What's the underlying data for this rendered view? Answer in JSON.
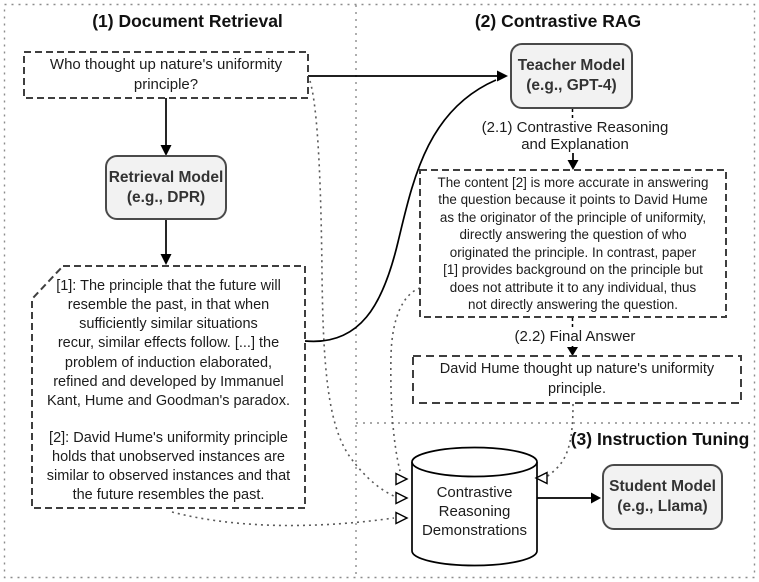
{
  "sections": {
    "s1": {
      "title": "(1) Document Retrieval"
    },
    "s2": {
      "title": "(2) Contrastive RAG"
    },
    "s3": {
      "title": "(3) Instruction Tuning"
    }
  },
  "nodes": {
    "question": {
      "text": "Who thought up nature's uniformity\nprinciple?"
    },
    "retrieval_model": {
      "name": "Retrieval Model",
      "example": "(e.g., DPR)"
    },
    "documents": {
      "passage_1": "[1]: The principle that the future will\nresemble the past, in that when\nsufficiently similar situations\nrecur, similar effects follow. [...] the\nproblem of induction elaborated,\nrefined and developed by Immanuel\nKant, Hume and Goodman's paradox.",
      "passage_2": "[2]: David Hume's uniformity principle\nholds that unobserved instances are\nsimilar to observed instances and that\nthe future resembles the past."
    },
    "teacher_model": {
      "name": "Teacher Model",
      "example": "(e.g., GPT-4)"
    },
    "explanation": {
      "text": "The content [2] is more accurate in answering\nthe question because it points to David Hume\nas the originator of the principle of uniformity,\ndirectly answering the question of who\noriginated the principle. In contrast, paper\n[1] provides background on the principle but\ndoes not attribute it to any individual, thus\nnot directly answering the question."
    },
    "final_answer": {
      "text": "David Hume thought up nature's uniformity\nprinciple."
    },
    "demonstrations_db": {
      "label": "Contrastive\nReasoning\nDemonstrations"
    },
    "student_model": {
      "name": "Student Model",
      "example": "(e.g., Llama)"
    }
  },
  "labels": {
    "step_2_1": "(2.1) Contrastive Reasoning\nand Explanation",
    "step_2_2": "(2.2) Final Answer"
  },
  "edges": [
    {
      "from": "question",
      "to": "retrieval_model",
      "style": "solid-arrow"
    },
    {
      "from": "retrieval_model",
      "to": "documents",
      "style": "solid-arrow"
    },
    {
      "from": "question",
      "to": "teacher_model",
      "style": "solid-arrow"
    },
    {
      "from": "documents",
      "to": "teacher_model",
      "style": "solid-curve-arrow"
    },
    {
      "from": "teacher_model",
      "to": "explanation",
      "style": "labeled-arrow",
      "label": "(2.1) Contrastive Reasoning and Explanation"
    },
    {
      "from": "explanation",
      "to": "final_answer",
      "style": "labeled-arrow",
      "label": "(2.2) Final Answer"
    },
    {
      "from": "question",
      "to": "demonstrations_db",
      "style": "dotted-open-arrow"
    },
    {
      "from": "explanation",
      "to": "demonstrations_db",
      "style": "dotted-open-arrow"
    },
    {
      "from": "documents",
      "to": "demonstrations_db",
      "style": "dotted-open-arrow"
    },
    {
      "from": "final_answer",
      "to": "demonstrations_db",
      "style": "dotted-open-arrow"
    },
    {
      "from": "demonstrations_db",
      "to": "student_model",
      "style": "solid-arrow"
    }
  ],
  "colors": {
    "model_fill": "#f2f2f2",
    "model_border": "#4a4a4a",
    "solid_line": "#000000",
    "dashed_box": "#3f3f3f",
    "dotted_connector": "#5a5a5a",
    "section_border": "#8c8c8c"
  }
}
